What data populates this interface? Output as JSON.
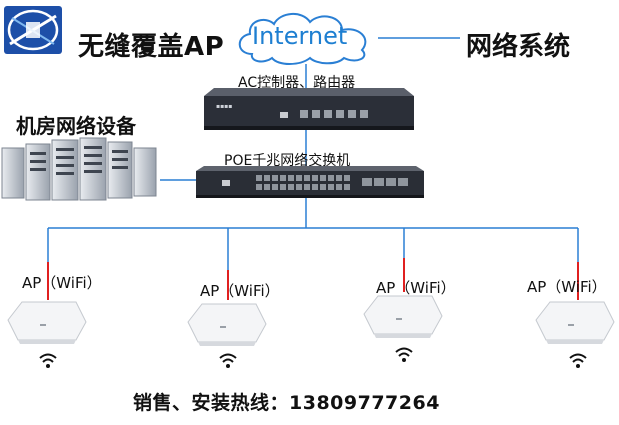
{
  "header": {
    "title_left": "无缝覆盖AP",
    "cloud_label": "Internet",
    "title_right": "网络系统"
  },
  "labels": {
    "server_room": "机房网络设备",
    "ac_controller": "AC控制器、路由器",
    "poe_switch": "POE千兆网络交换机"
  },
  "access_points": [
    {
      "label": "AP（WiFi）"
    },
    {
      "label": "AP（WiFi）"
    },
    {
      "label": "AP（WiFi）"
    },
    {
      "label": "AP（WiFi）"
    }
  ],
  "footer": {
    "hotline": "销售、安装热线：13809777264"
  },
  "colors": {
    "link_blue": "#2a7fd4",
    "cloud_blue": "#1e7fd1",
    "uplink_red": "#e02020"
  }
}
